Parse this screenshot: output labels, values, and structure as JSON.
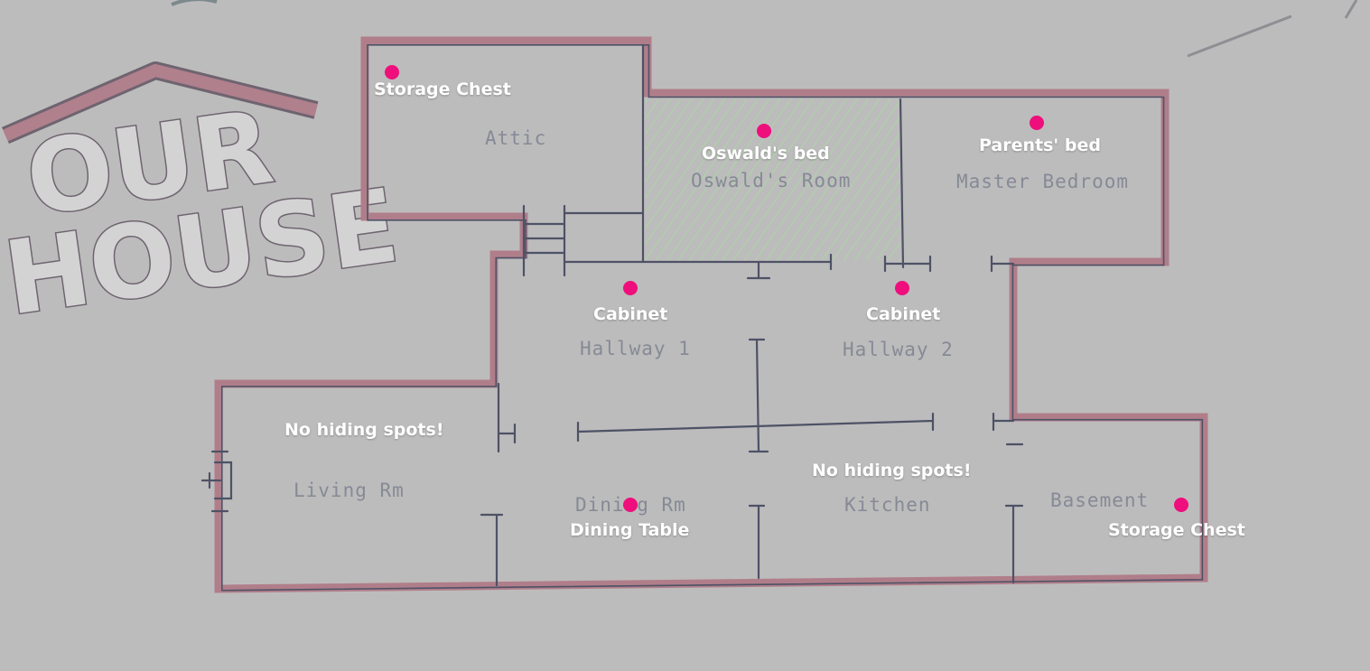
{
  "logo": {
    "line1": "OUR",
    "line2": "HOUSE"
  },
  "rooms": {
    "attic": "Attic",
    "oswalds_room": "Oswald's Room",
    "master_bedroom": "Master Bedroom",
    "hallway_1": "Hallway 1",
    "hallway_2": "Hallway 2",
    "living_rm": "Living Rm",
    "dining_rm": "Dining Rm",
    "kitchen": "Kitchen",
    "basement": "Basement"
  },
  "hiding_spots": {
    "attic_chest": "Storage Chest",
    "oswalds_bed": "Oswald's bed",
    "parents_bed": "Parents' bed",
    "hallway1_cabinet": "Cabinet",
    "hallway2_cabinet": "Cabinet",
    "dining_table": "Dining Table",
    "basement_chest": "Storage Chest"
  },
  "notes": {
    "living_rm": "No hiding spots!",
    "kitchen": "No hiding spots!"
  },
  "colors": {
    "background": "#bdbcbc",
    "outer_wall": "#b07e8a",
    "inner_wall": "#4d5266",
    "marker": "#ee0f7c",
    "hatch": "#a9d6a2"
  }
}
